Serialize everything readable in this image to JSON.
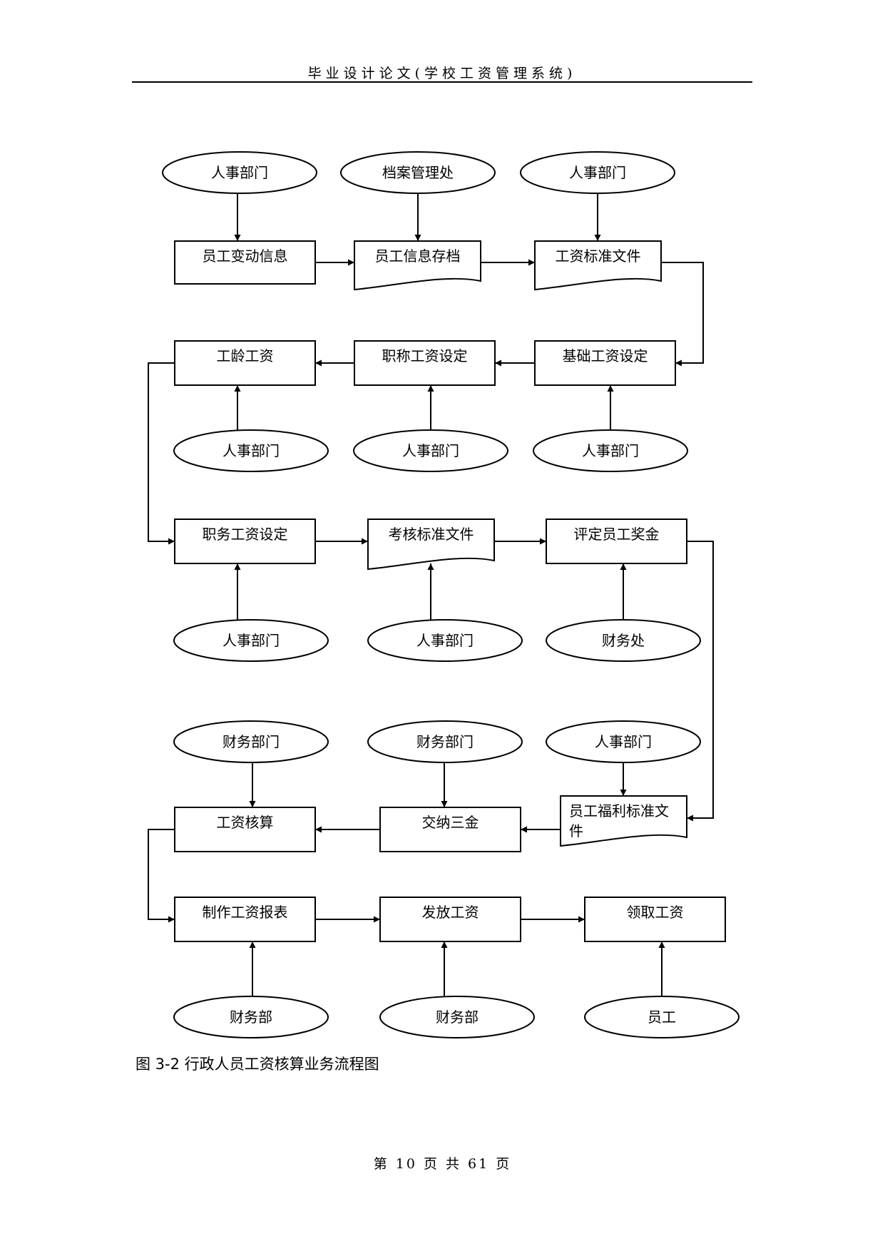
{
  "header": {
    "title": "毕业设计论文(学校工资管理系统)"
  },
  "flowchart": {
    "nodes": [
      {
        "id": "src1",
        "shape": "ellipse",
        "label": "人事部门"
      },
      {
        "id": "src2",
        "shape": "ellipse",
        "label": "档案管理处"
      },
      {
        "id": "src3",
        "shape": "ellipse",
        "label": "人事部门"
      },
      {
        "id": "p1",
        "shape": "rect",
        "label": "员工变动信息"
      },
      {
        "id": "p2",
        "shape": "document",
        "label": "员工信息存档"
      },
      {
        "id": "p3",
        "shape": "document",
        "label": "工资标准文件"
      },
      {
        "id": "p4",
        "shape": "rect",
        "label": "基础工资设定"
      },
      {
        "id": "p5",
        "shape": "rect",
        "label": "职称工资设定"
      },
      {
        "id": "p6",
        "shape": "rect",
        "label": "工龄工资"
      },
      {
        "id": "src4",
        "shape": "ellipse",
        "label": "人事部门"
      },
      {
        "id": "src5",
        "shape": "ellipse",
        "label": "人事部门"
      },
      {
        "id": "src6",
        "shape": "ellipse",
        "label": "人事部门"
      },
      {
        "id": "p7",
        "shape": "rect",
        "label": "职务工资设定"
      },
      {
        "id": "p8",
        "shape": "document",
        "label": "考核标准文件"
      },
      {
        "id": "p9",
        "shape": "rect",
        "label": "评定员工奖金"
      },
      {
        "id": "src7",
        "shape": "ellipse",
        "label": "人事部门"
      },
      {
        "id": "src8",
        "shape": "ellipse",
        "label": "人事部门"
      },
      {
        "id": "src9",
        "shape": "ellipse",
        "label": "财务处"
      },
      {
        "id": "src10",
        "shape": "ellipse",
        "label": "财务部门"
      },
      {
        "id": "src11",
        "shape": "ellipse",
        "label": "财务部门"
      },
      {
        "id": "src12",
        "shape": "ellipse",
        "label": "人事部门"
      },
      {
        "id": "p10",
        "shape": "document",
        "label": "员工福利标准文",
        "label2": "件"
      },
      {
        "id": "p11",
        "shape": "rect",
        "label": "交纳三金"
      },
      {
        "id": "p12",
        "shape": "rect",
        "label": "工资核算"
      },
      {
        "id": "p13",
        "shape": "rect",
        "label": "制作工资报表"
      },
      {
        "id": "p14",
        "shape": "rect",
        "label": "发放工资"
      },
      {
        "id": "p15",
        "shape": "rect",
        "label": "领取工资"
      },
      {
        "id": "src13",
        "shape": "ellipse",
        "label": "财务部"
      },
      {
        "id": "src14",
        "shape": "ellipse",
        "label": "财务部"
      },
      {
        "id": "src15",
        "shape": "ellipse",
        "label": "员工"
      }
    ]
  },
  "caption": "图 3-2 行政人员工资核算业务流程图",
  "footer": "第 10 页 共 61 页"
}
